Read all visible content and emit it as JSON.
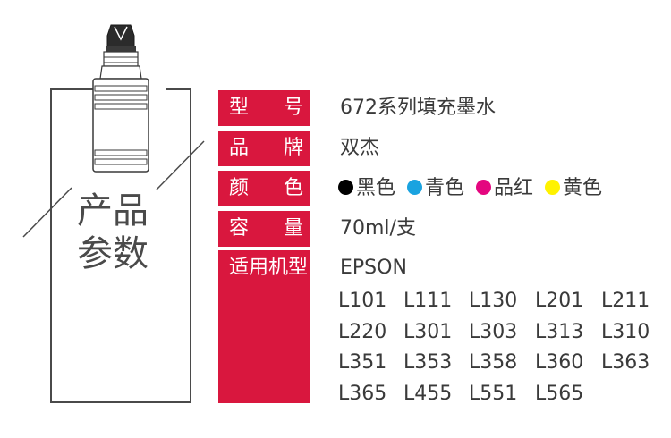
{
  "side_label": {
    "line1": "产品",
    "line2": "参数"
  },
  "specs": {
    "model": {
      "key_a": "型",
      "key_b": "号",
      "value": "672系列填充墨水"
    },
    "brand": {
      "key_a": "品",
      "key_b": "牌",
      "value": "双杰"
    },
    "color": {
      "key_a": "颜",
      "key_b": "色",
      "items": [
        {
          "label": "黑色",
          "color": "#000000"
        },
        {
          "label": "青色",
          "color": "#1aa3e0"
        },
        {
          "label": "品红",
          "color": "#e4067f"
        },
        {
          "label": "黄色",
          "color": "#fff200"
        }
      ]
    },
    "capacity": {
      "key_a": "容",
      "key_b": "量",
      "value": "70ml/支"
    },
    "compatible": {
      "key": "适用机型",
      "brand": "EPSON",
      "models": [
        [
          "L101",
          "L111",
          "L130",
          "L201",
          "L211"
        ],
        [
          "L220",
          "L301",
          "L303",
          "L313",
          "L310"
        ],
        [
          "L351",
          "L353",
          "L358",
          "L360",
          "L363"
        ],
        [
          "L365",
          "L455",
          "L551",
          "L565"
        ]
      ]
    }
  },
  "colors": {
    "accent": "#d9173e",
    "text": "#3a3a3a",
    "outline": "#4a4a4a"
  }
}
